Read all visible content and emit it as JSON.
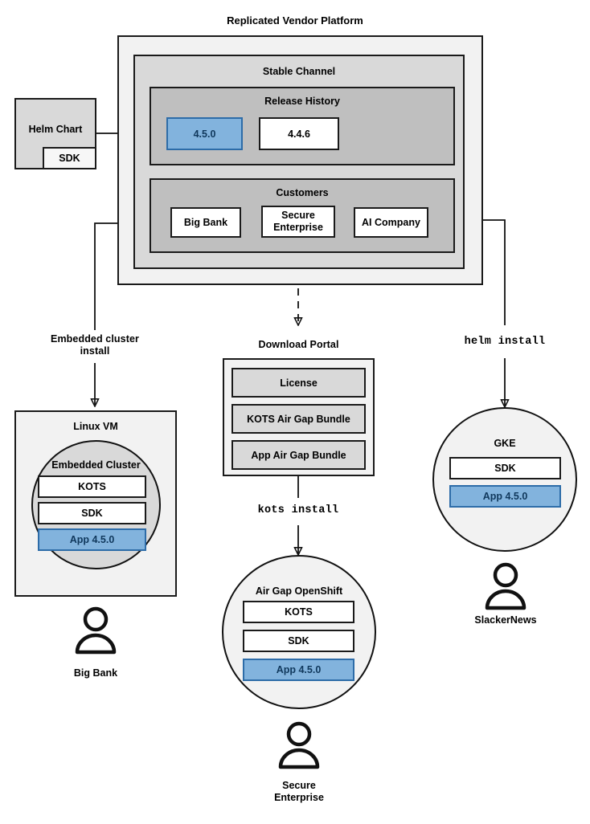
{
  "diagram": {
    "title": "Replicated Vendor Platform",
    "platform": {
      "stable_channel": {
        "title": "Stable Channel",
        "release_history": {
          "title": "Release History",
          "releases": [
            {
              "version": "4.5.0",
              "highlighted": true
            },
            {
              "version": "4.4.6",
              "highlighted": false
            }
          ]
        },
        "customers": {
          "title": "Customers",
          "items": [
            "Big Bank",
            "Secure Enterprise",
            "AI Company"
          ]
        }
      }
    },
    "source": {
      "title": "Helm Chart",
      "sub": "SDK"
    },
    "edges": {
      "embedded_cluster_install": "Embedded cluster\ninstall",
      "embedded_cluster_install_l1": "Embedded cluster",
      "embedded_cluster_install_l2": "install",
      "helm_install": "helm install",
      "kots_install": "kots install"
    },
    "download_portal": {
      "title": "Download Portal",
      "items": [
        "License",
        "KOTS Air Gap Bundle",
        "App Air Gap Bundle"
      ]
    },
    "targets": [
      {
        "name": "Linux VM",
        "shape": "rect",
        "inner_title": "Embedded Cluster",
        "components": [
          {
            "label": "KOTS",
            "highlighted": false
          },
          {
            "label": "SDK",
            "highlighted": false
          },
          {
            "label": "App 4.5.0",
            "highlighted": true
          }
        ],
        "customer": "Big Bank"
      },
      {
        "name": "Air Gap OpenShift",
        "shape": "circle",
        "components": [
          {
            "label": "KOTS",
            "highlighted": false
          },
          {
            "label": "SDK",
            "highlighted": false
          },
          {
            "label": "App 4.5.0",
            "highlighted": true
          }
        ],
        "customer_l1": "Secure",
        "customer_l2": "Enterprise"
      },
      {
        "name": "GKE",
        "shape": "circle",
        "components": [
          {
            "label": "SDK",
            "highlighted": false
          },
          {
            "label": "App 4.5.0",
            "highlighted": true
          }
        ],
        "customer": "SlackerNews"
      }
    ],
    "colors": {
      "highlight_fill": "#82b3dd",
      "highlight_border": "#2d6ca8",
      "highlight_text": "#10385c",
      "stroke": "#1a1a1a",
      "outer_fill": "#f2f2f2",
      "mid_fill": "#d9d9d9",
      "dark_fill": "#bfbfbf"
    }
  }
}
